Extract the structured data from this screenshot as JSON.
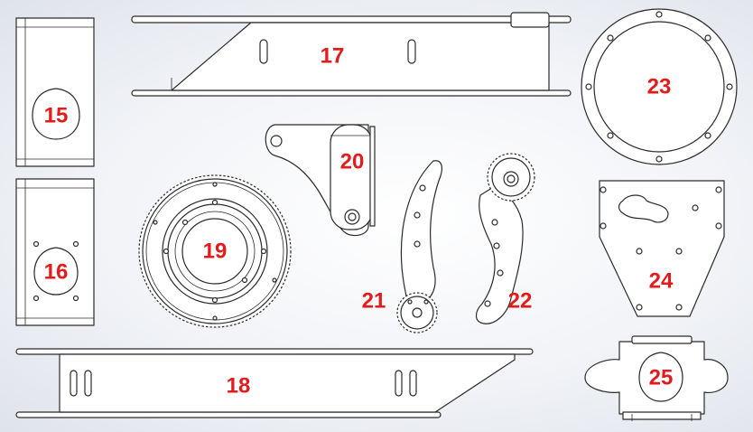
{
  "labels": {
    "p15": "15",
    "p16": "16",
    "p17": "17",
    "p18": "18",
    "p19": "19",
    "p20": "20",
    "p21": "21",
    "p22": "22",
    "p23": "23",
    "p24": "24",
    "p25": "25"
  },
  "colors": {
    "label": "#e21b1b",
    "line": "#2b2b2b",
    "part_fill": "#ffffff",
    "background_edge": "#dfe3ea"
  }
}
